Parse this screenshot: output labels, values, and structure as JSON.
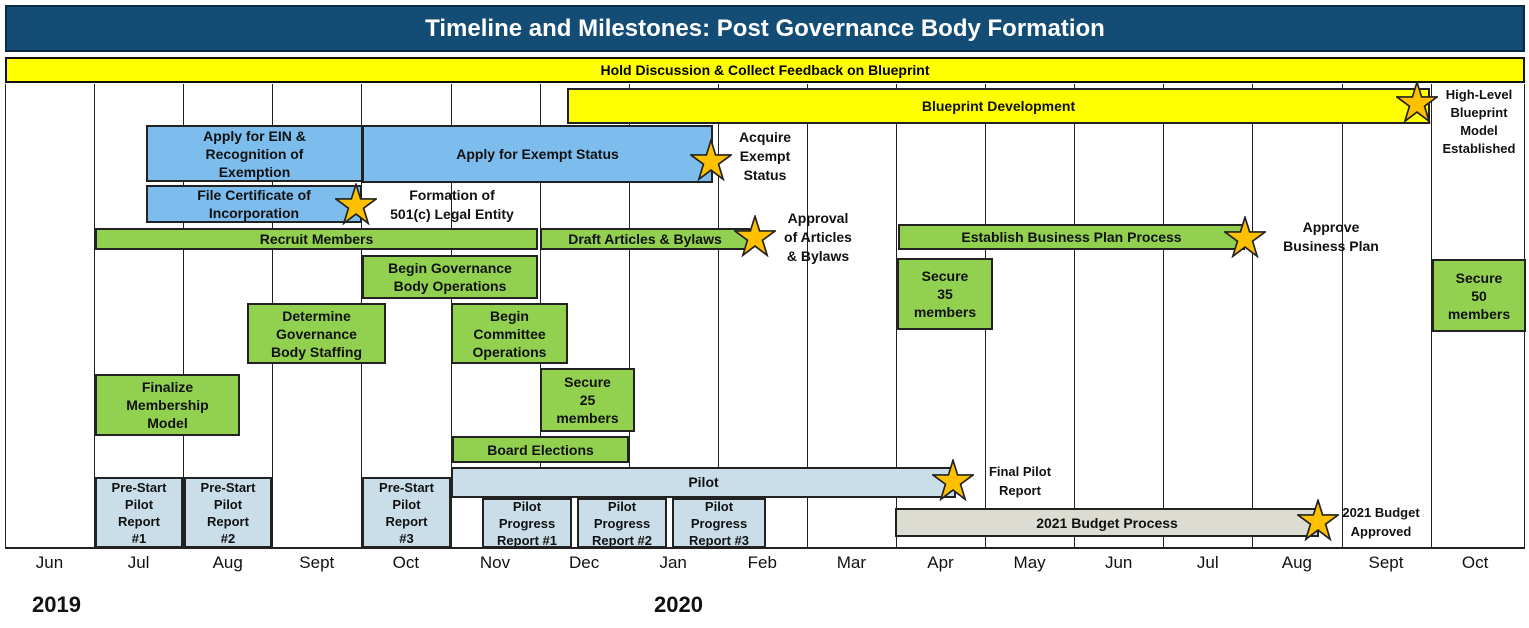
{
  "title": "Timeline and Milestones: Post Governance Body Formation",
  "hold_bar": "Hold Discussion & Collect Feedback on Blueprint",
  "colors": {
    "title_bg": "#134d76",
    "yellow": "#ffff00",
    "blue": "#7dbdee",
    "green": "#92d050",
    "light_blue": "#cadeea",
    "gray": "#dcdcd2",
    "star": "#ffc000"
  },
  "bars": {
    "blueprint": "Blueprint Development",
    "ein": "Apply for EIN &\nRecognition of\nExemption",
    "exempt": "Apply for Exempt Status",
    "certificate": "File Certificate of\nIncorporation",
    "recruit": "Recruit Members",
    "draft": "Draft Articles & Bylaws",
    "business_plan": "Establish Business Plan Process",
    "gov_ops": "Begin Governance\nBody Operations",
    "staffing": "Determine\nGovernance\nBody Staffing",
    "committee": "Begin\nCommittee\nOperations",
    "secure35": "Secure\n35\nmembers",
    "secure50": "Secure\n50\nmembers",
    "membership": "Finalize\nMembership\nModel",
    "secure25": "Secure\n25\nmembers",
    "elections": "Board Elections",
    "pilot": "Pilot",
    "prestart1": "Pre-Start\nPilot\nReport\n#1",
    "prestart2": "Pre-Start\nPilot\nReport\n#2",
    "prestart3": "Pre-Start\nPilot\nReport\n#3",
    "progress1": "Pilot\nProgress\nReport #1",
    "progress2": "Pilot\nProgress\nReport #2",
    "progress3": "Pilot\nProgress\nReport #3",
    "budget": "2021 Budget Process"
  },
  "milestones": {
    "blueprint_model": "High-Level\nBlueprint\nModel\nEstablished",
    "exempt_status": "Acquire\nExempt\nStatus",
    "legal_entity": "Formation of\n501(c) Legal Entity",
    "articles": "Approval\nof Articles\n& Bylaws",
    "business_plan": "Approve\nBusiness Plan",
    "pilot_report": "Final Pilot\nReport",
    "budget": "2021 Budget\nApproved"
  },
  "months": [
    "Jun",
    "Jul",
    "Aug",
    "Sept",
    "Oct",
    "Nov",
    "Dec",
    "Jan",
    "Feb",
    "Mar",
    "Apr",
    "May",
    "Jun",
    "Jul",
    "Aug",
    "Sept",
    "Oct"
  ],
  "years": [
    "2019",
    "2020"
  ]
}
